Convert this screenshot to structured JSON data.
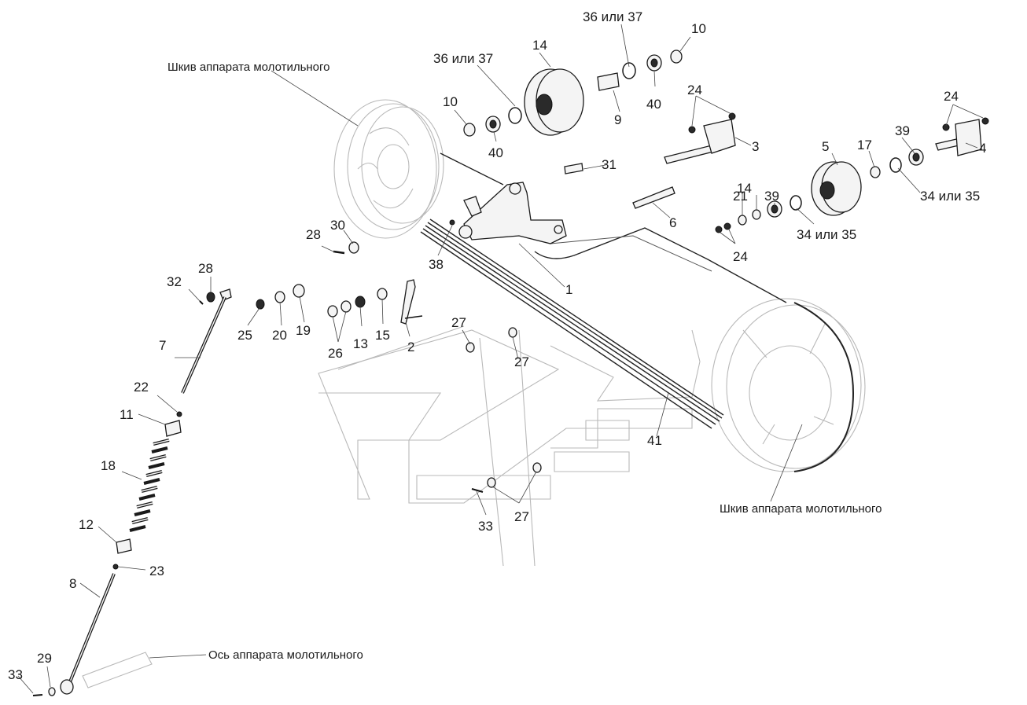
{
  "captions": {
    "pulley_top": "Шкив аппарата молотильного",
    "pulley_bottom": "Шкив аппарата молотильного",
    "axle": "Ось аппарата молотильного"
  },
  "callouts": [
    {
      "id": "c-36-37-a",
      "text": "36 или 37"
    },
    {
      "id": "c-36-37-b",
      "text": "36 или 37"
    },
    {
      "id": "c-14-top",
      "text": "14"
    },
    {
      "id": "c-10-a",
      "text": "10"
    },
    {
      "id": "c-10-b",
      "text": "10"
    },
    {
      "id": "c-40-a",
      "text": "40"
    },
    {
      "id": "c-40-b",
      "text": "40"
    },
    {
      "id": "c-9",
      "text": "9"
    },
    {
      "id": "c-24-a",
      "text": "24"
    },
    {
      "id": "c-24-b",
      "text": "24"
    },
    {
      "id": "c-24-c",
      "text": "24"
    },
    {
      "id": "c-3",
      "text": "3"
    },
    {
      "id": "c-4",
      "text": "4"
    },
    {
      "id": "c-5",
      "text": "5"
    },
    {
      "id": "c-17",
      "text": "17"
    },
    {
      "id": "c-39-a",
      "text": "39"
    },
    {
      "id": "c-39-b",
      "text": "39"
    },
    {
      "id": "c-34-35-a",
      "text": "34 или 35"
    },
    {
      "id": "c-34-35-b",
      "text": "34 или 35"
    },
    {
      "id": "c-31",
      "text": "31"
    },
    {
      "id": "c-21",
      "text": "21"
    },
    {
      "id": "c-14-mid",
      "text": "14"
    },
    {
      "id": "c-6",
      "text": "6"
    },
    {
      "id": "c-28-a",
      "text": "28"
    },
    {
      "id": "c-28-b",
      "text": "28"
    },
    {
      "id": "c-30",
      "text": "30"
    },
    {
      "id": "c-38",
      "text": "38"
    },
    {
      "id": "c-1",
      "text": "1"
    },
    {
      "id": "c-32",
      "text": "32"
    },
    {
      "id": "c-25",
      "text": "25"
    },
    {
      "id": "c-20",
      "text": "20"
    },
    {
      "id": "c-19",
      "text": "19"
    },
    {
      "id": "c-26",
      "text": "26"
    },
    {
      "id": "c-13",
      "text": "13"
    },
    {
      "id": "c-15",
      "text": "15"
    },
    {
      "id": "c-2",
      "text": "2"
    },
    {
      "id": "c-27-a",
      "text": "27"
    },
    {
      "id": "c-27-b",
      "text": "27"
    },
    {
      "id": "c-27-c",
      "text": "27"
    },
    {
      "id": "c-7",
      "text": "7"
    },
    {
      "id": "c-22",
      "text": "22"
    },
    {
      "id": "c-11",
      "text": "11"
    },
    {
      "id": "c-18",
      "text": "18"
    },
    {
      "id": "c-12",
      "text": "12"
    },
    {
      "id": "c-23",
      "text": "23"
    },
    {
      "id": "c-8",
      "text": "8"
    },
    {
      "id": "c-41",
      "text": "41"
    },
    {
      "id": "c-33-a",
      "text": "33"
    },
    {
      "id": "c-33-b",
      "text": "33"
    },
    {
      "id": "c-29",
      "text": "29"
    }
  ]
}
